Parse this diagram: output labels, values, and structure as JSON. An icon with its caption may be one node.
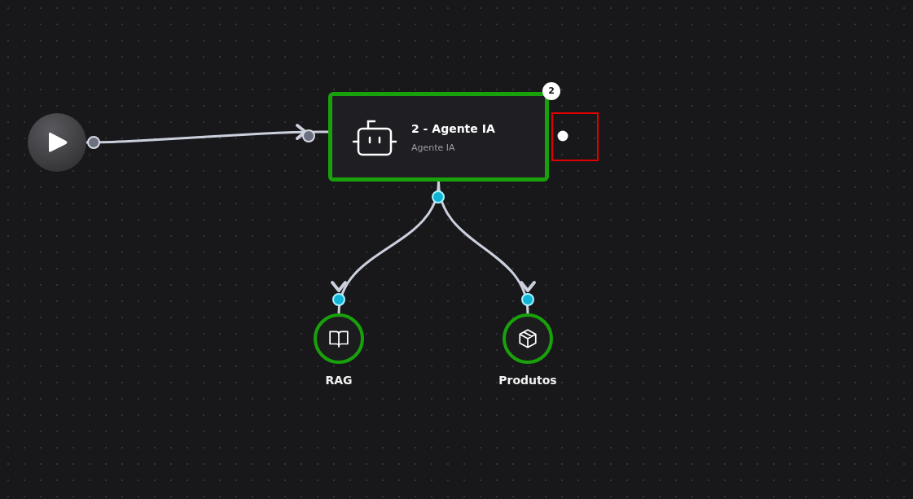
{
  "diagram": {
    "nodes": [
      {
        "text": [],
        "shape": "circle"
      },
      {
        "text": [
          "2 - Agente IA",
          "Agente IA"
        ],
        "beside": [
          "2"
        ]
      },
      {
        "text": [
          "RAG"
        ]
      },
      {
        "text": [
          "Produtos"
        ]
      }
    ],
    "edges": [
      {
        "from": 0,
        "to": 1,
        "arrow": "to"
      },
      {
        "from": 1,
        "to": 2,
        "arrow": "to"
      },
      {
        "from": 1,
        "to": 3,
        "arrow": "to"
      }
    ]
  }
}
